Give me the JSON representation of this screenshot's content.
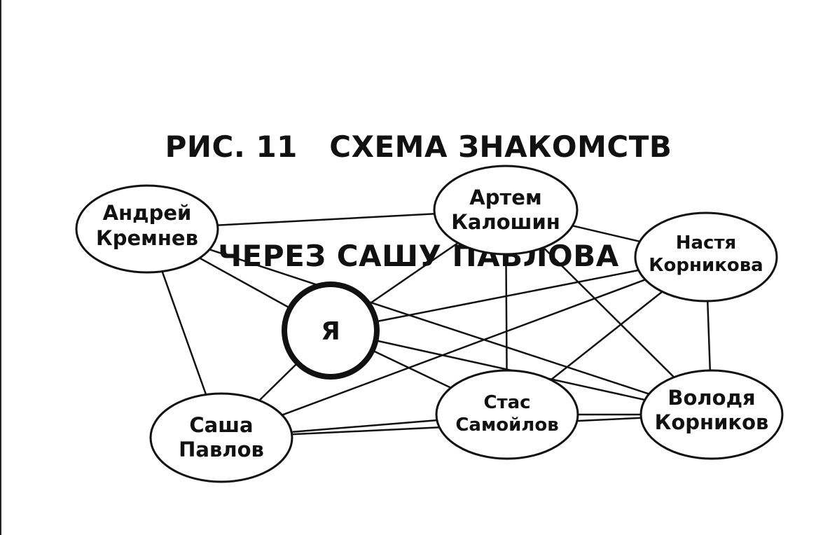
{
  "title": {
    "line1": "РИС. 11   СХЕМА ЗНАКОМСТВ",
    "line2": "ЧЕРЕЗ САШУ ПАВЛОВА"
  },
  "nodes": {
    "andrey": {
      "line1": "Андрей",
      "line2": "Кремнев"
    },
    "artem": {
      "line1": "Артем",
      "line2": "Калошин"
    },
    "nastya": {
      "line1": "Настя",
      "line2": "Корникова"
    },
    "me": {
      "line1": "Я"
    },
    "sasha": {
      "line1": "Саша",
      "line2": "Павлов"
    },
    "stas": {
      "line1": "Стас",
      "line2": "Самойлов"
    },
    "volodya": {
      "line1": "Володя",
      "line2": "Корников"
    }
  },
  "edges": [
    [
      "andrey",
      "artem"
    ],
    [
      "andrey",
      "me"
    ],
    [
      "andrey",
      "sasha"
    ],
    [
      "andrey",
      "volodya"
    ],
    [
      "artem",
      "nastya"
    ],
    [
      "artem",
      "me"
    ],
    [
      "artem",
      "stas"
    ],
    [
      "artem",
      "volodya"
    ],
    [
      "nastya",
      "me"
    ],
    [
      "nastya",
      "sasha"
    ],
    [
      "nastya",
      "stas"
    ],
    [
      "nastya",
      "volodya"
    ],
    [
      "me",
      "sasha"
    ],
    [
      "me",
      "stas"
    ],
    [
      "me",
      "volodya"
    ],
    [
      "sasha",
      "stas"
    ],
    [
      "sasha",
      "volodya"
    ],
    [
      "stas",
      "volodya"
    ]
  ]
}
